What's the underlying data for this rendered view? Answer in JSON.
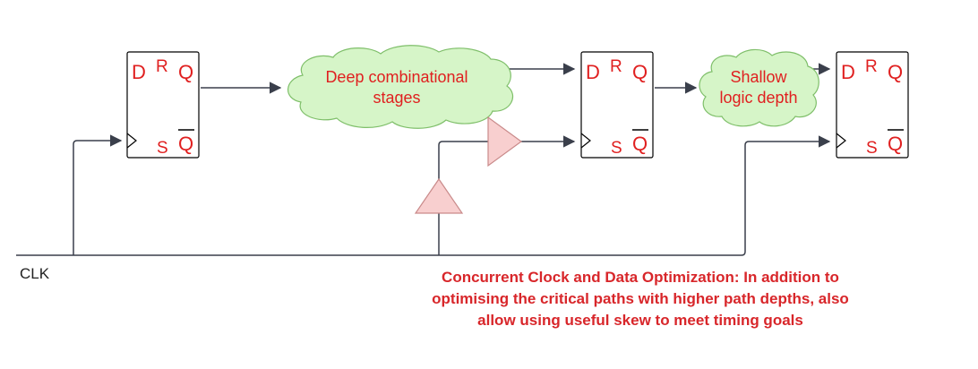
{
  "flipflops": [
    {
      "d": "D",
      "r": "R",
      "q": "Q",
      "s": "S",
      "qbar": "Q"
    },
    {
      "d": "D",
      "r": "R",
      "q": "Q",
      "s": "S",
      "qbar": "Q"
    },
    {
      "d": "D",
      "r": "R",
      "q": "Q",
      "s": "S",
      "qbar": "Q"
    }
  ],
  "clouds": {
    "deep": {
      "line1": "Deep combinational",
      "line2": "stages"
    },
    "shallow": {
      "line1": "Shallow",
      "line2": "logic depth"
    }
  },
  "clock_label": "CLK",
  "note": "Concurrent Clock and Data Optimization: In addition to optimising the critical paths with higher path depths, also allow using useful skew to meet timing goals",
  "colors": {
    "pin_text": "#e02020",
    "cloud_fill": "#d6f5c8",
    "cloud_stroke": "#7fbf6a",
    "buffer_fill": "#f8cfcf",
    "buffer_stroke": "#c98a8a",
    "note_text": "#d8262a"
  }
}
